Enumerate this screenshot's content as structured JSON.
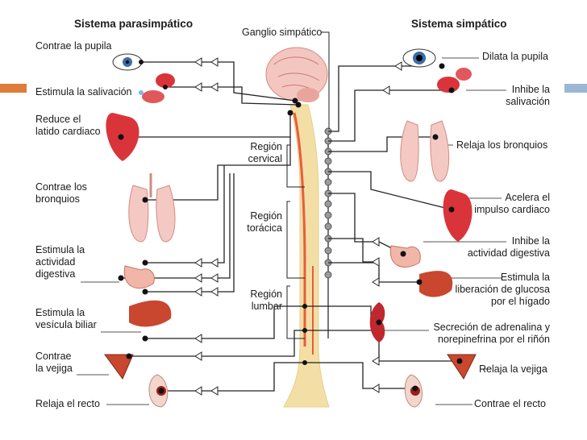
{
  "headers": {
    "left": "Sistema parasimpático",
    "center": "Ganglio simpático",
    "right": "Sistema simpático"
  },
  "regions": {
    "cervical": [
      "Región",
      "cervical"
    ],
    "toracica": [
      "Región",
      "torácica"
    ],
    "lumbar": [
      "Región",
      "lumbar"
    ]
  },
  "left_effects": [
    [
      "Contrae la pupila"
    ],
    [
      "Estimula la salivación"
    ],
    [
      "Reduce el",
      "latido cardiaco"
    ],
    [
      "Contrae los",
      "bronquios"
    ],
    [
      "Estimula la",
      "actividad",
      "digestiva"
    ],
    [
      "Estimula la",
      "vesícula biliar"
    ],
    [
      "Contrae",
      "la vejiga"
    ],
    [
      "Relaja el recto"
    ]
  ],
  "right_effects": [
    [
      "Dilata la pupila"
    ],
    [
      "Inhibe la",
      "salivación"
    ],
    [
      "Relaja los bronquios"
    ],
    [
      "Acelera el",
      "impulso cardiaco"
    ],
    [
      "Inhibe la",
      "actividad digestiva"
    ],
    [
      "Estimula la",
      "liberación de glucosa",
      "por el hígado"
    ],
    [
      "Secreción de adrenalina y",
      "norepinefrina por el riñón"
    ],
    [
      "Relaja la vejiga"
    ],
    [
      "Contrae el recto"
    ]
  ],
  "colors": {
    "accent_orange": "#e07b39",
    "accent_blue": "#9bb7d4",
    "spine": "#f3dfa6",
    "organ": "#d9343a",
    "line": "#222222"
  }
}
